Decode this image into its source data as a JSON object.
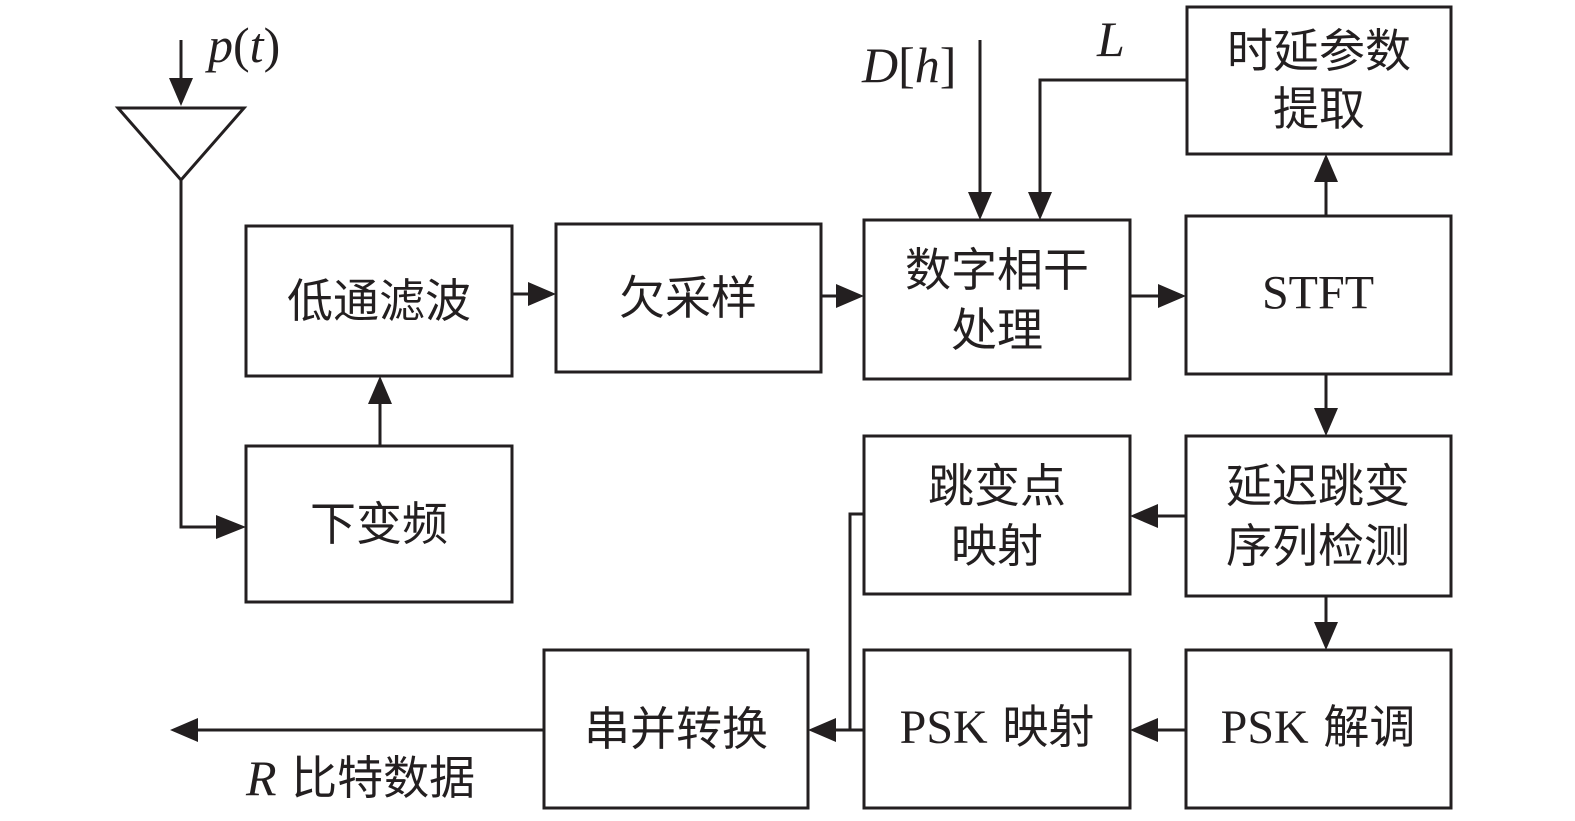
{
  "blocks": {
    "lowpass": "低通滤波",
    "undersample": "欠采样",
    "coherent": [
      "数字相干",
      "处理"
    ],
    "stft": "STFT",
    "delay_param": [
      "时延参数",
      "提取"
    ],
    "downconvert": "下变频",
    "hop_map": [
      "跳变点",
      "映射"
    ],
    "delay_hop": [
      "延迟跳变",
      "序列检测"
    ],
    "serial_parallel": "串并转换",
    "psk_map": {
      "prefix": "PSK",
      "suffix": " 映射"
    },
    "psk_demod": {
      "prefix": "PSK",
      "suffix": " 解调"
    }
  },
  "signals": {
    "input": {
      "var": "p",
      "open": "(",
      "arg": "t",
      "close": ")"
    },
    "dh": {
      "var": "D",
      "open": "[",
      "arg": "h",
      "close": "]"
    },
    "L": "L",
    "output": {
      "var": "R",
      "text": " 比特数据"
    }
  },
  "colors": {
    "line": "#231f20",
    "background": "#ffffff"
  }
}
